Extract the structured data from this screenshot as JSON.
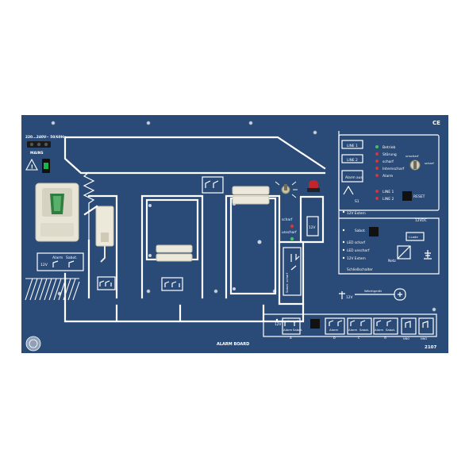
{
  "board": {
    "background": "#2a4b77",
    "line_color": "#ffffff",
    "model_number": "2107",
    "title": "ALARM BOARD",
    "ce_mark": "CE"
  },
  "power": {
    "voltage_label": "220...240V~ 50/60Hz",
    "mains_label": "MAINS",
    "warning_symbol": "warning-triangle-icon",
    "switch_color": "#1db34a"
  },
  "detector_row": {
    "v12": "12V",
    "alarm": "Alarm",
    "sabot": "Sabot."
  },
  "status_panel": {
    "betrieb": "Betrieb",
    "stoerung": "Störung",
    "scharf": "scharf",
    "internscharf": "Internscharf",
    "alarm": "Alarm",
    "line1": "LINE 1",
    "line2": "LINE 2",
    "reset": "RESET",
    "key_unscharf": "unscharf",
    "key_scharf": "scharf",
    "led_green": "#3ec463",
    "led_red": "#d8343a"
  },
  "control_panel": {
    "line1": "LINE 1",
    "line2": "LINE 2",
    "alarm_aus": "Alarm aus",
    "s1": "S1",
    "v12_extern_top": "12V Extern",
    "sabot": "Sabot.",
    "led_scharf": "LED scharf",
    "led_unscharf": "LED unscharf",
    "v12_extern_bottom": "12V Extern",
    "schliessschalter": "Schließschalter",
    "netz": "Netz",
    "v12dc": "12VDC",
    "ladung": "I-Lade"
  },
  "door_panel": {
    "scharf": "scharf",
    "unscharf": "unscharf",
    "v12": "12V",
    "sabot_scharf": "Sabot. scharf"
  },
  "strobe": {
    "v12": "12V"
  },
  "glass_sensor": {
    "v12": "12V",
    "label": "Wächtgerät"
  },
  "terminal_strip": {
    "v12": "12V",
    "groups": [
      {
        "alarm": "Alarm",
        "sabot": "Sabot.",
        "letter": "a"
      },
      {
        "alarm": "Alarm",
        "sabot": "",
        "letter": "b"
      },
      {
        "alarm": "Alarm",
        "sabot": "Sabot.",
        "letter": "c"
      },
      {
        "alarm": "Alarm",
        "sabot": "Sabot.",
        "letter": "d"
      }
    ],
    "nno1": "NNO",
    "nno2": "NNO"
  }
}
